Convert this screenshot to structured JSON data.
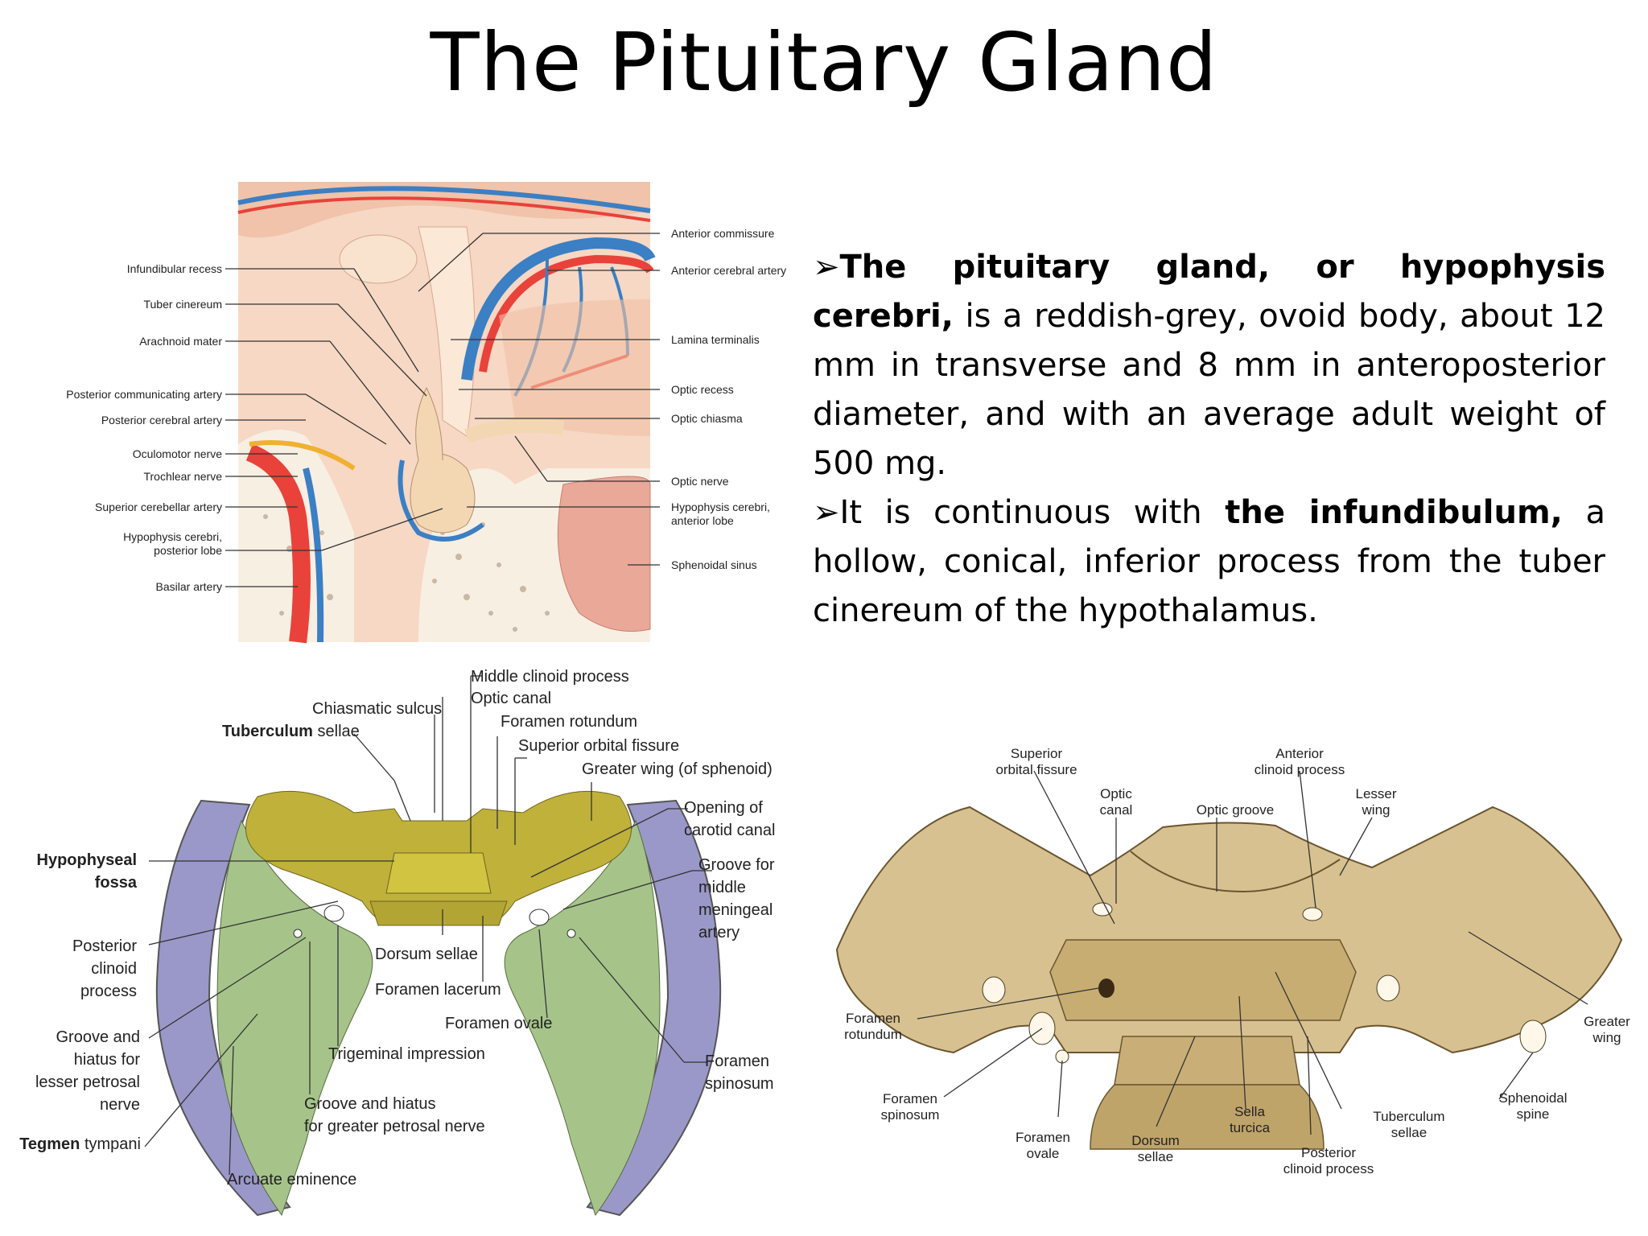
{
  "slide": {
    "title": "The Pituitary Gland",
    "para1": {
      "bullet": "➢",
      "bold": "The pituitary gland, or hypophysis cerebri,",
      "rest": " is a reddish-grey, ovoid body, about 12 mm in transverse and 8 mm in anteroposterior diameter, and with an average adult weight of 500 mg."
    },
    "para2": {
      "bullet": "➢",
      "pre": "It is continuous with ",
      "bold": "the infundibulum,",
      "rest": " a hollow, conical, inferior process from the tuber cinereum of the hypothalamus."
    }
  },
  "fig1": {
    "left_labels": [
      "Infundibular recess",
      "Tuber cinereum",
      "Arachnoid mater",
      "Posterior communicating artery",
      "Posterior cerebral artery",
      "Oculomotor nerve",
      "Trochlear nerve",
      "Superior cerebellar artery",
      "Hypophysis cerebri,",
      "posterior lobe",
      "Basilar artery"
    ],
    "right_labels": [
      "Anterior commissure",
      "Anterior cerebral artery",
      "Lamina terminalis",
      "Optic recess",
      "Optic chiasma",
      "Optic nerve",
      "Hypophysis cerebri,",
      "anterior lobe",
      "Sphenoidal sinus"
    ]
  },
  "fig2": {
    "labels": {
      "middle_clinoid": "Middle clinoid process",
      "optic_canal": "Optic canal",
      "chiasmatic_sulcus": "Chiasmatic sulcus",
      "foramen_rotundum": "Foramen rotundum",
      "tuberculum_b": "Tuberculum",
      "tuberculum_rest": " sellae",
      "sup_orbital": "Superior orbital fissure",
      "greater_wing": "Greater wing (of sphenoid)",
      "carotid_1": "Opening of",
      "carotid_2": "carotid canal",
      "hypo_1": "Hypophyseal",
      "hypo_2": "fossa",
      "groove_mm_1": "Groove for",
      "groove_mm_2": "middle",
      "groove_mm_3": "meningeal",
      "groove_mm_4": "artery",
      "post_clin_1": "Posterior",
      "post_clin_2": "clinoid",
      "post_clin_3": "process",
      "dorsum": "Dorsum sellae",
      "lacerum": "Foramen lacerum",
      "ovale": "Foramen ovale",
      "lesser_1": "Groove and",
      "lesser_2": "hiatus for",
      "lesser_3": "lesser petrosal",
      "lesser_4": "nerve",
      "trigeminal": "Trigeminal impression",
      "spinosum_1": "Foramen",
      "spinosum_2": "spinosum",
      "greater_pet_1": "Groove and hiatus",
      "greater_pet_2": "for greater petrosal nerve",
      "tegmen_b": "Tegmen",
      "tegmen_rest": " tympani",
      "arcuate": "Arcuate eminence"
    }
  },
  "fig3": {
    "labels": {
      "sup_orb_1": "Superior",
      "sup_orb_2": "orbital fissure",
      "ant_clin_1": "Anterior",
      "ant_clin_2": "clinoid process",
      "optic_canal_1": "Optic",
      "optic_canal_2": "canal",
      "optic_groove": "Optic groove",
      "lesser_1": "Lesser",
      "lesser_2": "wing",
      "rotundum_1": "Foramen",
      "rotundum_2": "rotundum",
      "greater_1": "Greater",
      "greater_2": "wing",
      "spinosum_1": "Foramen",
      "spinosum_2": "spinosum",
      "sphen_spine_1": "Sphenoidal",
      "sphen_spine_2": "spine",
      "ovale_1": "Foramen",
      "ovale_2": "ovale",
      "dorsum_1": "Dorsum",
      "dorsum_2": "sellae",
      "sella_1": "Sella",
      "sella_2": "turcica",
      "tuberculum_1": "Tuberculum",
      "tuberculum_2": "sellae",
      "post_clin_1": "Posterior",
      "post_clin_2": "clinoid process"
    }
  }
}
